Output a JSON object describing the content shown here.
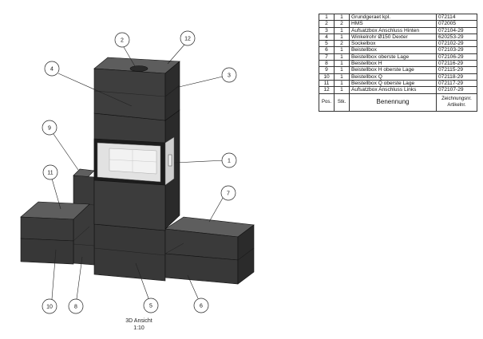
{
  "view": {
    "title": "3D Ansicht",
    "scale": "1:10"
  },
  "callouts": [
    "1",
    "2",
    "3",
    "4",
    "5",
    "6",
    "7",
    "8",
    "9",
    "10",
    "11",
    "12"
  ],
  "parts_table": {
    "headers": {
      "pos": "Pos.",
      "qty": "Stk.",
      "name": "Benennung",
      "code": "Zeichnungsnr. Artikelnr."
    },
    "rows": [
      {
        "pos": "1",
        "qty": "1",
        "name": "Grundgeraet kpl.",
        "code": "072114"
      },
      {
        "pos": "2",
        "qty": "2",
        "name": "HMS",
        "code": "072005"
      },
      {
        "pos": "3",
        "qty": "1",
        "name": "Aufsatzbox Anschluss Hinten",
        "code": "072104-29"
      },
      {
        "pos": "4",
        "qty": "1",
        "name": "Winkelrohr Ø150 Dexter",
        "code": "620253-29"
      },
      {
        "pos": "5",
        "qty": "2",
        "name": "Sockelbox",
        "code": "072102-29"
      },
      {
        "pos": "6",
        "qty": "1",
        "name": "Beistellbox",
        "code": "072103-29"
      },
      {
        "pos": "7",
        "qty": "1",
        "name": "Beistellbox oberste Lage",
        "code": "072106-29"
      },
      {
        "pos": "8",
        "qty": "1",
        "name": "Beistellbox H",
        "code": "072116-29"
      },
      {
        "pos": "9",
        "qty": "1",
        "name": "Beistellbox H oberste Lage",
        "code": "072115-29"
      },
      {
        "pos": "10",
        "qty": "1",
        "name": "Beistellbox Q",
        "code": "072118-29"
      },
      {
        "pos": "11",
        "qty": "1",
        "name": "Beistellbox Q oberste Lage",
        "code": "072117-29"
      },
      {
        "pos": "12",
        "qty": "1",
        "name": "Aufsatzbox Anschluss Links",
        "code": "072107-29"
      }
    ]
  },
  "colors": {
    "box_front": "#3a3a3a",
    "box_top": "#5b5b5b",
    "box_side": "#2c2c2c",
    "outline": "#111111",
    "glass": "#e3e3e3"
  }
}
